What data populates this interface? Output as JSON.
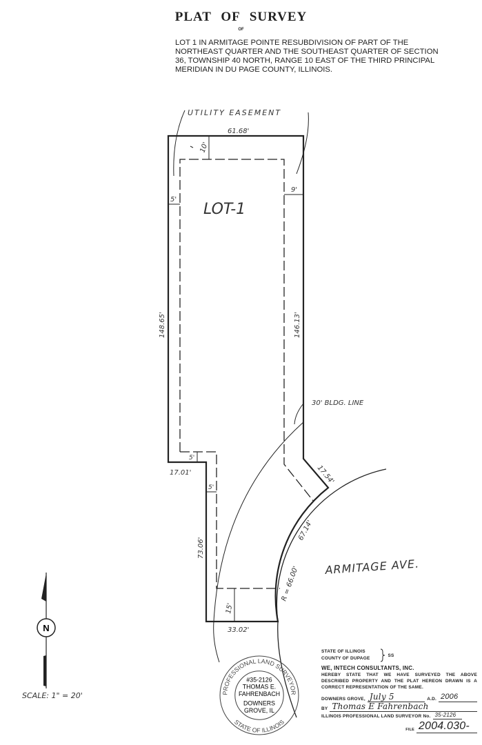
{
  "header": {
    "title": "PLAT OF SURVEY",
    "of": "OF",
    "legal_description": "LOT 1 IN ARMITAGE POINTE RESUBDIVISION OF PART OF THE NORTHEAST QUARTER AND THE SOUTHEAST QUARTER OF SECTION 36, TOWNSHIP 40 NORTH, RANGE 10 EAST OF THE THIRD PRINCIPAL MERIDIAN IN DU PAGE COUNTY, ILLINOIS."
  },
  "plat": {
    "utility_easement": "UTILITY EASEMENT",
    "lot_label": "LOT-1",
    "top_dim": "61.68'",
    "left_dim": "148.65'",
    "right_dim": "146.13'",
    "step_dim": "17.01'",
    "lower_left_dim": "73.06'",
    "bottom_dim": "33.02'",
    "diag_dim": "17.54'",
    "arc_radius": "R = 66.00'",
    "arc_length": "67.14'",
    "easement_top": "10'",
    "easement_right": "9'",
    "easement_left": "5'",
    "easement_step": "5'",
    "easement_lower": "5'",
    "setback_bottom": "15'",
    "building_line": "30' BLDG. LINE",
    "street": "ARMITAGE AVE."
  },
  "north_arrow": {
    "letter": "N"
  },
  "scale": "SCALE: 1\" = 20'",
  "seal": {
    "ring_top": "PROFESSIONAL LAND SURVEYOR",
    "ring_bottom": "STATE OF ILLINOIS",
    "number": "#35-2126",
    "name_1": "THOMAS E.",
    "name_2": "FAHRENBACH",
    "city_1": "DOWNERS",
    "city_2": "GROVE, IL"
  },
  "certificate": {
    "state": "STATE OF ILLINOIS",
    "county": "COUNTY OF DUPAGE",
    "ss": "SS",
    "company": "WE, INTECH CONSULTANTS, INC.",
    "statement": "HEREBY STATE THAT WE HAVE SURVEYED THE ABOVE DESCRIBED PROPERTY AND THE PLAT HEREON DRAWN IS A CORRECT REPRESENTATION OF THE SAME.",
    "place": "DOWNERS GROVE,",
    "date": "July 5",
    "ad": "A.D.",
    "year": "2006",
    "by": "BY",
    "signature": "Thomas E Fahrenbach",
    "license_label": "ILLINOIS PROFESSIONAL LAND SURVEYOR No.",
    "license_no": "35-2126",
    "file_label": "FILE",
    "file_no": "2004.030-"
  }
}
